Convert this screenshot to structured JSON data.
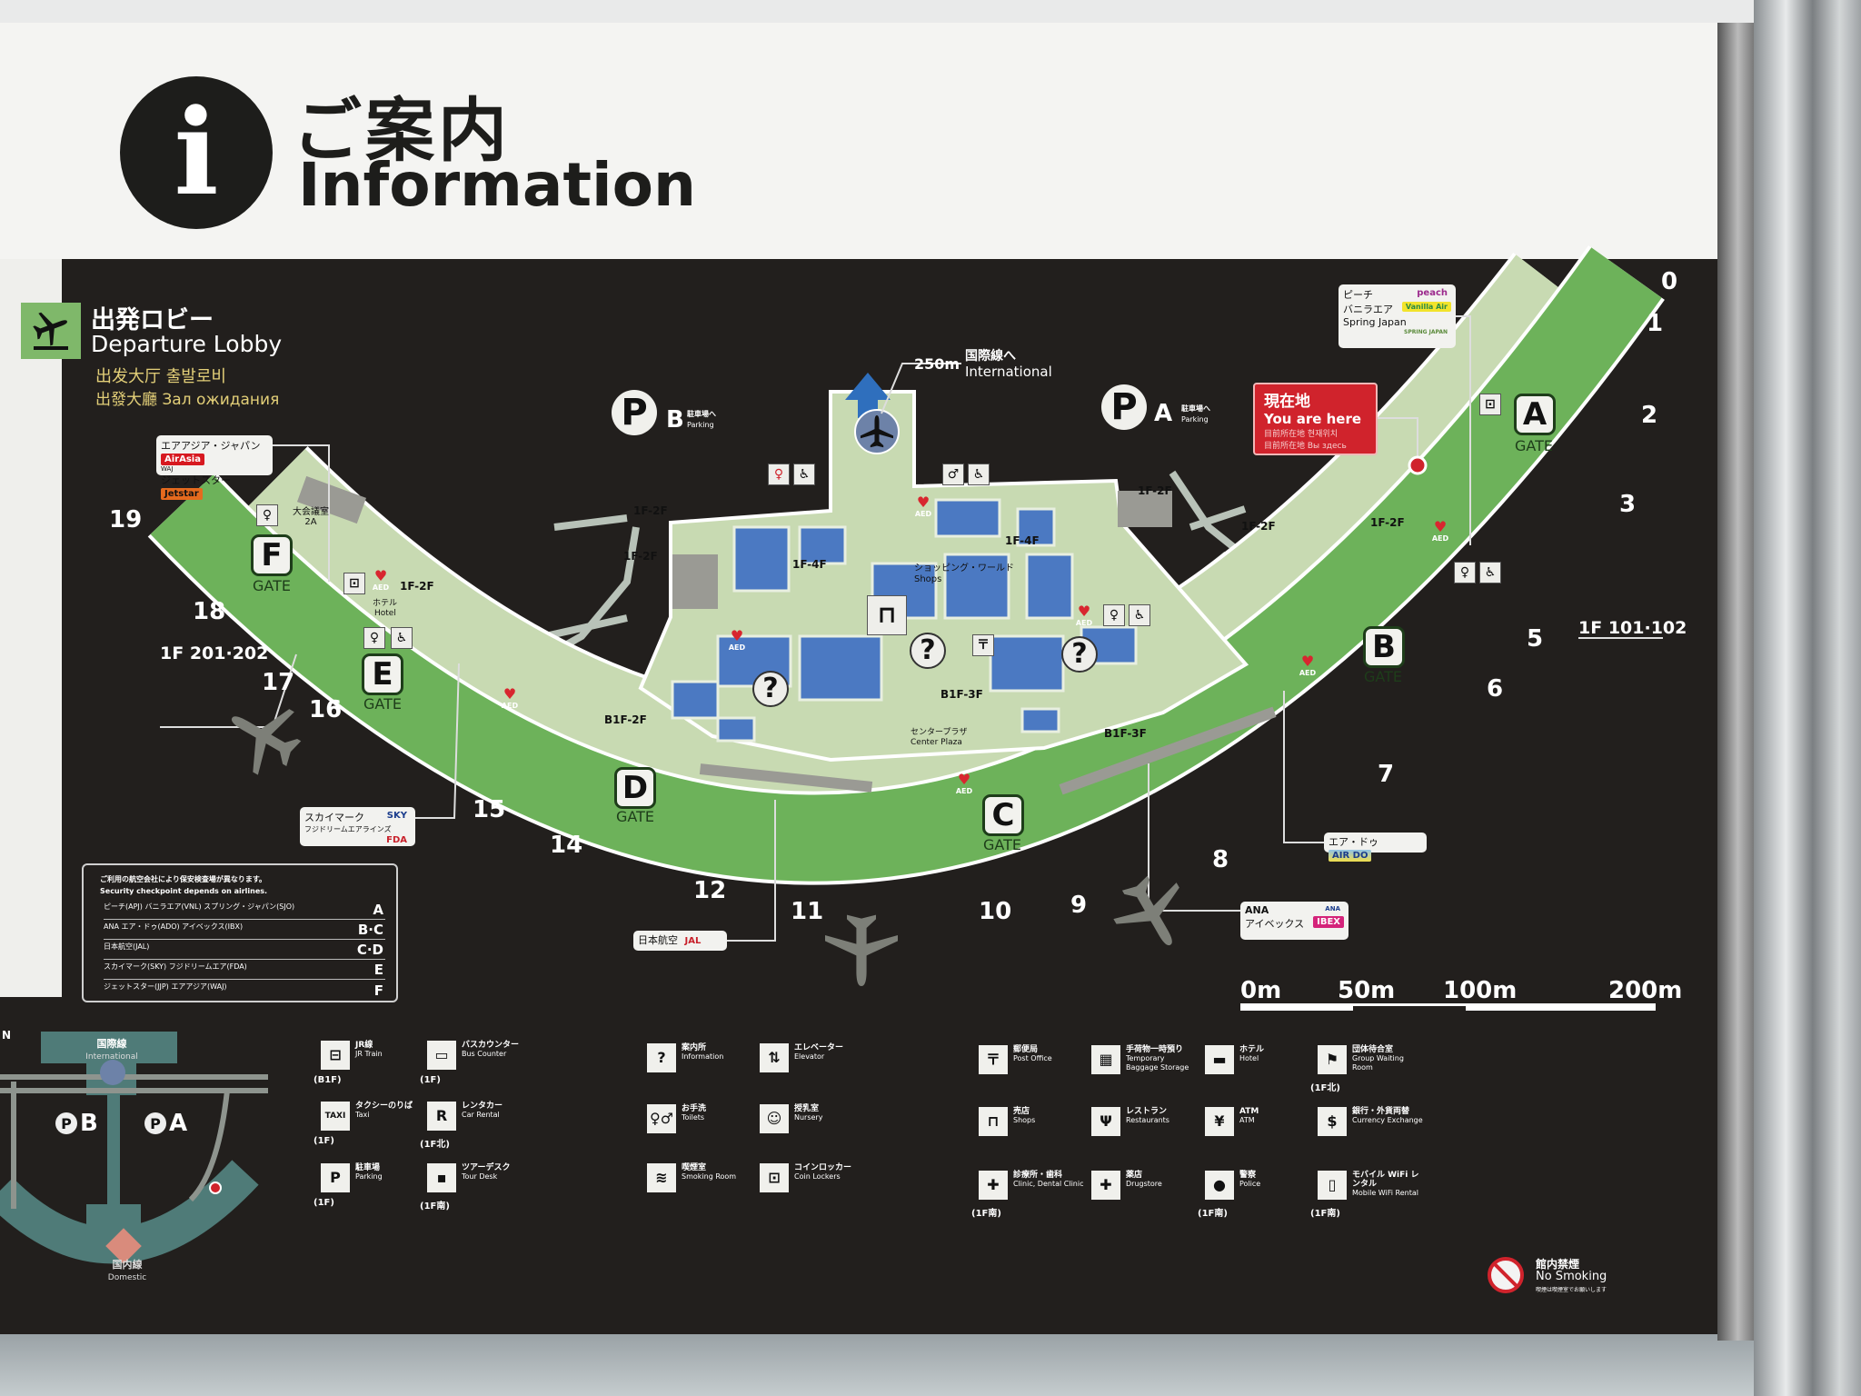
{
  "header": {
    "title_ja": "ご案内",
    "title_en": "Information",
    "info_icon": "i"
  },
  "lobby": {
    "ja": "出発ロビー",
    "en": "Departure Lobby",
    "zh_ko": "出发大厅  출발로비",
    "tw_ru": "出發大廳  Зал ожидания"
  },
  "international": {
    "distance": "250m",
    "ja": "国際線へ",
    "en": "International"
  },
  "parking": [
    {
      "symbol": "P",
      "letter": "B",
      "ja": "駐車場へ",
      "en": "Parking"
    },
    {
      "symbol": "P",
      "letter": "A",
      "ja": "駐車場へ",
      "en": "Parking"
    }
  ],
  "you_are_here": {
    "ja": "現在地",
    "en": "You are here",
    "line1": "目前所在地  현재위치",
    "line2": "目前所在地  Вы здесь"
  },
  "gates": [
    "0",
    "1",
    "2",
    "3",
    "5",
    "6",
    "7",
    "8",
    "9",
    "10",
    "11",
    "12",
    "14",
    "15",
    "16",
    "17",
    "18",
    "19"
  ],
  "gate_letters": [
    "A",
    "B",
    "C",
    "D",
    "E",
    "F"
  ],
  "gate_word": "GATE",
  "map_labels": {
    "room_2a": "大会議室\n2A",
    "hotel_ja": "ホテル",
    "hotel_en": "Hotel",
    "shops_ja": "ショッピング・ワールド",
    "shops_en": "Shops",
    "plaza_ja": "センタープラザ",
    "plaza_en": "Center Plaza",
    "gates_201": "1F 201·202",
    "gates_101": "1F 101·102",
    "f12": "1F-2F",
    "f14": "1F-4F",
    "b1f3": "B1F-3F",
    "b1f2": "B1F-2F",
    "aed": "AED"
  },
  "airlines": {
    "waj": {
      "ja": "エアアジア・ジャパン",
      "code": "WAJ",
      "logo": "AirAsia"
    },
    "jjp": {
      "ja": "ジェットスター",
      "code": "JJP",
      "logo": "Jetstar"
    },
    "apj": {
      "ja": "ピーチ",
      "code": "APJ",
      "logo": "peach"
    },
    "vnl": {
      "ja": "バニラエア",
      "code": "VNL",
      "logo": "Vanilla Air"
    },
    "sjo": {
      "ja": "Spring Japan",
      "code": "SJO",
      "logo": "SPRING JAPAN"
    },
    "sky": {
      "ja": "スカイマーク",
      "code": "SKY",
      "logo": "SKY"
    },
    "fda": {
      "ja": "フジドリームエアラインズ",
      "code": "FDA",
      "logo": "FDA"
    },
    "jal": {
      "ja": "日本航空",
      "code": "JAL",
      "logo": "JAL"
    },
    "ado": {
      "ja": "エア・ドゥ",
      "code": "ADO",
      "logo": "AIR DO"
    },
    "ana": {
      "ja": "ANA",
      "logo": "ANA"
    },
    "ibx": {
      "ja": "アイベックス",
      "code": "IBX",
      "logo": "IBEX"
    }
  },
  "security": {
    "title_ja": "ご利用の航空会社により保安検査場が異なります。",
    "title_en": "Security checkpoint depends on airlines.",
    "rows": [
      {
        "airlines": "ピーチ(APJ)  バニラエア(VNL)  スプリング・ジャパン(SJO)",
        "gates": "A"
      },
      {
        "airlines": "ANA  エア・ドゥ(ADO)  アイベックス(IBX)",
        "gates": "B·C"
      },
      {
        "airlines": "日本航空(JAL)",
        "gates": "C·D"
      },
      {
        "airlines": "スカイマーク(SKY)  フジドリームエア(FDA)",
        "gates": "E"
      },
      {
        "airlines": "ジェットスター(JJP)  エアアジア(WAJ)",
        "gates": "F"
      }
    ]
  },
  "scale": [
    "0m",
    "50m",
    "100m",
    "200m"
  ],
  "legend": [
    {
      "icon": "train-icon",
      "glyph": "⊟",
      "ja": "JR線",
      "en": "JR Train",
      "floor": "(B1F)"
    },
    {
      "icon": "taxi-icon",
      "glyph": "TAXI",
      "ja": "タクシーのりば",
      "en": "Taxi",
      "floor": "(1F)"
    },
    {
      "icon": "parking-icon",
      "glyph": "P",
      "ja": "駐車場",
      "en": "Parking",
      "floor": "(1F)"
    },
    {
      "icon": "bus-icon",
      "glyph": "▭",
      "ja": "バスカウンター",
      "en": "Bus Counter",
      "floor": "(1F)"
    },
    {
      "icon": "car-rental-icon",
      "glyph": "R",
      "ja": "レンタカー",
      "en": "Car Rental",
      "floor": "(1F北)"
    },
    {
      "icon": "tour-desk-icon",
      "glyph": "▪",
      "ja": "ツアーデスク",
      "en": "Tour Desk",
      "floor": "(1F南)"
    },
    {
      "icon": "information-icon",
      "glyph": "?",
      "ja": "案内所",
      "en": "Information",
      "floor": ""
    },
    {
      "icon": "toilet-icon",
      "glyph": "♀♂",
      "ja": "お手洗",
      "en": "Toilets",
      "floor": ""
    },
    {
      "icon": "smoking-room-icon",
      "glyph": "≋",
      "ja": "喫煙室",
      "en": "Smoking Room",
      "floor": ""
    },
    {
      "icon": "elevator-icon",
      "glyph": "⇅",
      "ja": "エレベーター",
      "en": "Elevator",
      "floor": ""
    },
    {
      "icon": "nursery-icon",
      "glyph": "☺",
      "ja": "授乳室",
      "en": "Nursery",
      "floor": ""
    },
    {
      "icon": "coin-locker-icon",
      "glyph": "⊡",
      "ja": "コインロッカー",
      "en": "Coin Lockers",
      "floor": ""
    },
    {
      "icon": "post-office-icon",
      "glyph": "〒",
      "ja": "郵便局",
      "en": "Post Office",
      "floor": ""
    },
    {
      "icon": "shops-icon",
      "glyph": "⊓",
      "ja": "売店",
      "en": "Shops",
      "floor": ""
    },
    {
      "icon": "clinic-icon",
      "glyph": "✚",
      "ja": "診療所・歯科",
      "en": "Clinic, Dental Clinic",
      "floor": "(1F南)"
    },
    {
      "icon": "baggage-storage-icon",
      "glyph": "▦",
      "ja": "手荷物一時預り",
      "en": "Temporary Baggage Storage",
      "floor": ""
    },
    {
      "icon": "restaurant-icon",
      "glyph": "Ψ",
      "ja": "レストラン",
      "en": "Restaurants",
      "floor": ""
    },
    {
      "icon": "drugstore-icon",
      "glyph": "✚",
      "ja": "薬店",
      "en": "Drugstore",
      "floor": ""
    },
    {
      "icon": "hotel-icon",
      "glyph": "▬",
      "ja": "ホテル",
      "en": "Hotel",
      "floor": ""
    },
    {
      "icon": "atm-icon",
      "glyph": "¥",
      "ja": "ATM",
      "en": "ATM",
      "floor": ""
    },
    {
      "icon": "police-icon",
      "glyph": "●",
      "ja": "警察",
      "en": "Police",
      "floor": "(1F南)"
    },
    {
      "icon": "group-waiting-icon",
      "glyph": "⚑",
      "ja": "団体待合室",
      "en": "Group Waiting Room",
      "floor": "(1F北)"
    },
    {
      "icon": "currency-exchange-icon",
      "glyph": "$",
      "ja": "銀行・外貨両替",
      "en": "Currency Exchange",
      "floor": ""
    },
    {
      "icon": "wifi-rental-icon",
      "glyph": "▯",
      "ja": "モバイル WiFi レンタル",
      "en": "Mobile WiFi Rental",
      "floor": "(1F南)"
    }
  ],
  "minimap": {
    "intl_ja": "国際線",
    "intl_en": "International",
    "dom_ja": "国内線",
    "dom_en": "Domestic",
    "pb": "B",
    "pa": "A",
    "north": "N"
  },
  "no_smoking": {
    "ja": "館内禁煙",
    "en": "No Smoking",
    "note": "喫煙は喫煙室でお願いします"
  },
  "colors": {
    "concourse_green": "#6db25a",
    "floor_pale": "#c8dab2",
    "shop_blue": "#4b79c2",
    "you_are_here_red": "#d0232c"
  }
}
